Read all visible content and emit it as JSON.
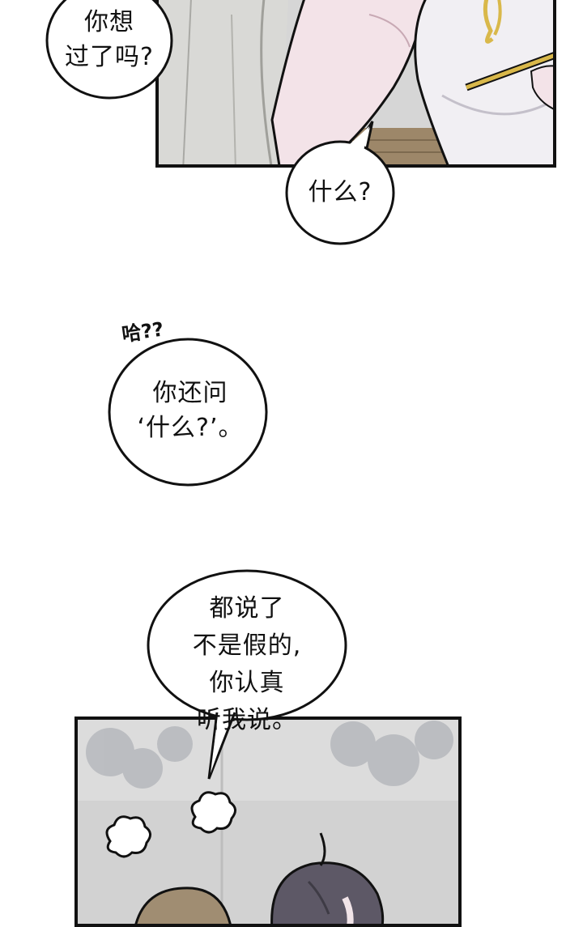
{
  "bubbles": {
    "b1": {
      "text": "你想\n过了吗?"
    },
    "b2": {
      "text": "什么?"
    },
    "b3": {
      "text": "你还问\n‘什么?’。"
    },
    "b4": {
      "text": "都说了\n不是假的,\n你认真\n听我说。"
    }
  },
  "sfx": {
    "text": "哈??"
  },
  "colors": {
    "panel_bg": "#d6d6d6",
    "skin": "#f3e3e8",
    "hair_dark": "#5d5866",
    "hair_brown": "#a08d72",
    "noodles": "#d9b84a"
  }
}
